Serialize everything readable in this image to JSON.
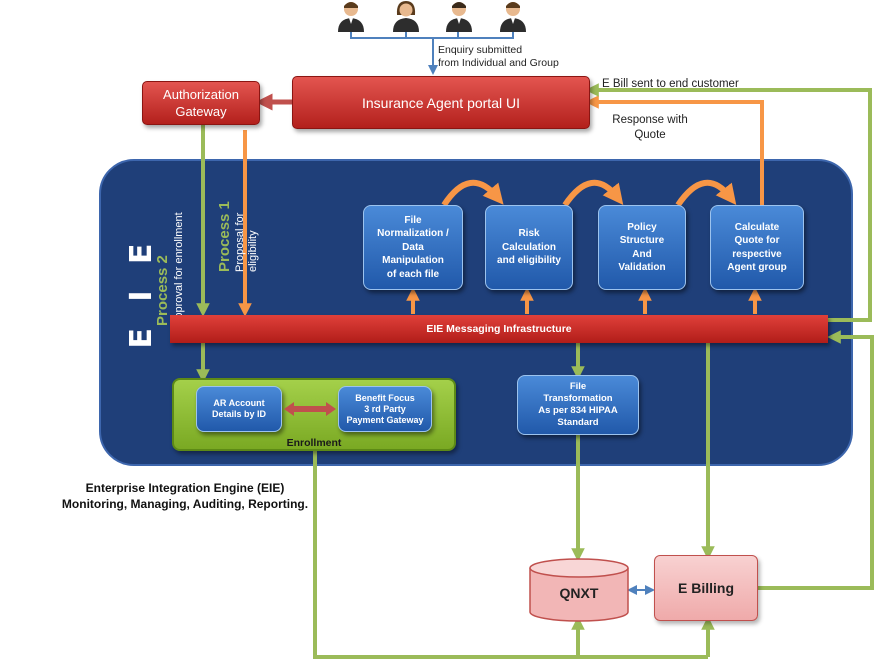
{
  "diagram": {
    "enquiry_note": "Enquiry submitted\nfrom Individual and Group",
    "portal_ui": "Insurance Agent portal UI",
    "auth_gateway": "Authorization\nGateway",
    "ebill_note": "E Bill sent to end customer",
    "response_note": "Response with\nQuote",
    "eie_label": "E I E",
    "process2_title": "Process 2",
    "process2_desc": "Approval for enrollment",
    "process1_title": "Process 1",
    "process1_desc": "Proposal for\neligibility",
    "steps": [
      "File\nNormalization /\nData\nManipulation\nof each file",
      "Risk\nCalculation\nand eligibility",
      "Policy\nStructure\nAnd\nValidation",
      "Calculate\nQuote for\nrespective\nAgent group"
    ],
    "messaging_bar": "EIE Messaging Infrastructure",
    "enrollment_label": "Enrollment",
    "ar_account": "AR Account\nDetails by ID",
    "benefit_focus": "Benefit Focus\n3 rd Party\nPayment Gateway",
    "file_transform": "File\nTransformation\nAs per 834 HIPAA\nStandard",
    "caption": "Enterprise Integration Engine (EIE)\nMonitoring, Managing, Auditing, Reporting.",
    "qnxt": "QNXT",
    "e_billing": "E Billing"
  },
  "colors": {
    "eie_panel": "#1f3f79",
    "step_box": "#2f6cc0",
    "red_box": "#c62f2a",
    "enrollment_green": "#8cbf2e",
    "green_arrow": "#9bbb59",
    "orange_arrow": "#f79646",
    "red_arrow": "#c0504d",
    "blue_arrow": "#4f81bd",
    "cylinder_pink": "#f2b6b6"
  },
  "icons": [
    "person-icon",
    "person-female-icon",
    "person-icon",
    "person-icon"
  ]
}
